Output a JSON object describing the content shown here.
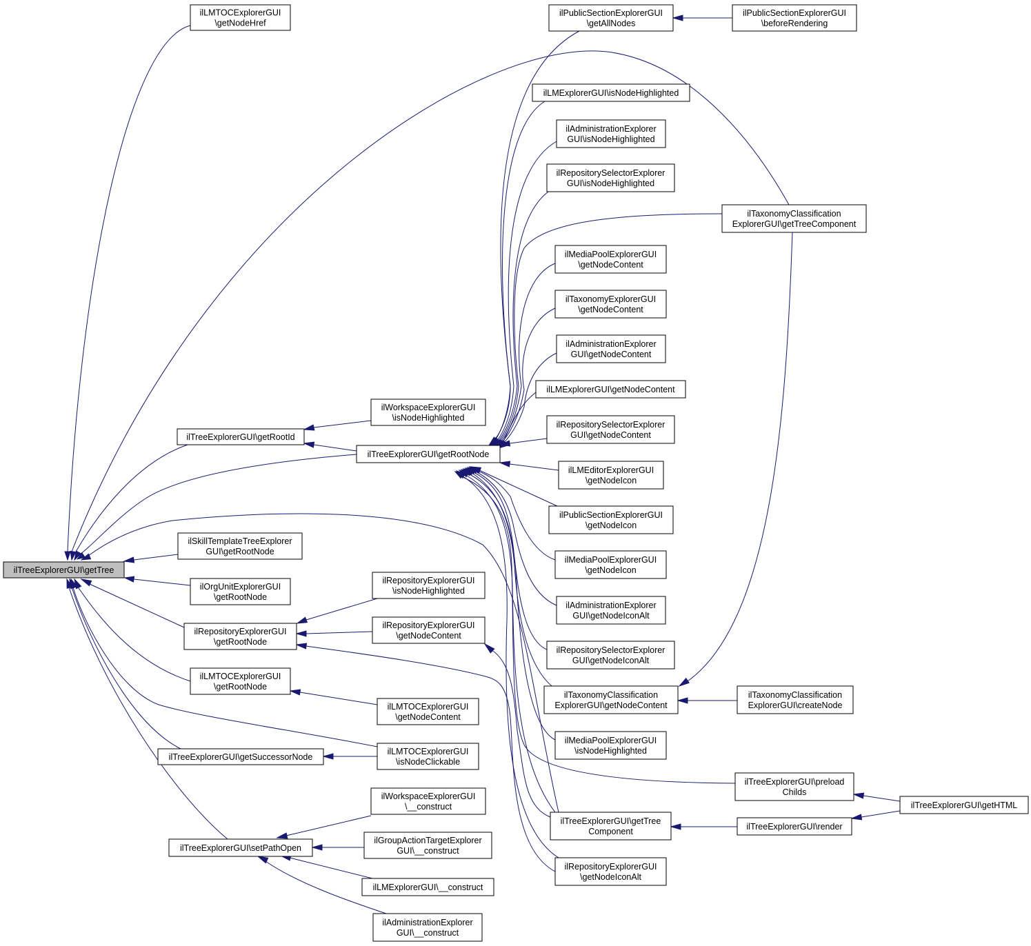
{
  "colors": {
    "edge": "#191970",
    "focus_fill": "#bfbfbf",
    "node_fill": "#ffffff",
    "node_border": "#000000"
  },
  "nodes": [
    {
      "id": "getTree",
      "lines": [
        "ilTreeExplorerGUI\\getTree"
      ],
      "focus": true
    },
    {
      "id": "lmtocGetNodeHref",
      "lines": [
        "ilLMTOCExplorerGUI",
        "\\getNodeHref"
      ]
    },
    {
      "id": "getRootId",
      "lines": [
        "ilTreeExplorerGUI\\getRootId"
      ]
    },
    {
      "id": "getRootNode",
      "lines": [
        "ilTreeExplorerGUI\\getRootNode"
      ]
    },
    {
      "id": "skillGetRootNode",
      "lines": [
        "ilSkillTemplateTreeExplorer",
        "GUI\\getRootNode"
      ]
    },
    {
      "id": "orgGetRootNode",
      "lines": [
        "ilOrgUnitExplorerGUI",
        "\\getRootNode"
      ]
    },
    {
      "id": "repoGetRootNode",
      "lines": [
        "ilRepositoryExplorerGUI",
        "\\getRootNode"
      ]
    },
    {
      "id": "lmtocGetRootNode",
      "lines": [
        "ilLMTOCExplorerGUI",
        "\\getRootNode"
      ]
    },
    {
      "id": "getSuccessorNode",
      "lines": [
        "ilTreeExplorerGUI\\getSuccessorNode"
      ]
    },
    {
      "id": "setPathOpen",
      "lines": [
        "ilTreeExplorerGUI\\setPathOpen"
      ]
    },
    {
      "id": "wsIsNodeHighlighted",
      "lines": [
        "ilWorkspaceExplorerGUI",
        "\\isNodeHighlighted"
      ]
    },
    {
      "id": "repoIsNodeHighlighted",
      "lines": [
        "ilRepositoryExplorerGUI",
        "\\isNodeHighlighted"
      ]
    },
    {
      "id": "repoGetNodeContent",
      "lines": [
        "ilRepositoryExplorerGUI",
        "\\getNodeContent"
      ]
    },
    {
      "id": "lmtocGetNodeContent",
      "lines": [
        "ilLMTOCExplorerGUI",
        "\\getNodeContent"
      ]
    },
    {
      "id": "lmtocIsNodeClickable",
      "lines": [
        "ilLMTOCExplorerGUI",
        "\\isNodeClickable"
      ]
    },
    {
      "id": "wsConstruct",
      "lines": [
        "ilWorkspaceExplorerGUI",
        "\\__construct"
      ]
    },
    {
      "id": "groupConstruct",
      "lines": [
        "ilGroupActionTargetExplorer",
        "GUI\\__construct"
      ]
    },
    {
      "id": "lmConstruct",
      "lines": [
        "ilLMExplorerGUI\\__construct"
      ]
    },
    {
      "id": "adminConstruct",
      "lines": [
        "ilAdministrationExplorer",
        "GUI\\__construct"
      ]
    },
    {
      "id": "pubGetAllNodes",
      "lines": [
        "ilPublicSectionExplorerGUI",
        "\\getAllNodes"
      ]
    },
    {
      "id": "lmIsNodeHighlighted",
      "lines": [
        "ilLMExplorerGUI\\isNodeHighlighted"
      ]
    },
    {
      "id": "adminIsNodeHighlighted",
      "lines": [
        "ilAdministrationExplorer",
        "GUI\\isNodeHighlighted"
      ]
    },
    {
      "id": "repoSelIsNodeHighlighted",
      "lines": [
        "ilRepositorySelectorExplorer",
        "GUI\\isNodeHighlighted"
      ]
    },
    {
      "id": "mpGetNodeContent",
      "lines": [
        "ilMediaPoolExplorerGUI",
        "\\getNodeContent"
      ]
    },
    {
      "id": "taxGetNodeContent",
      "lines": [
        "ilTaxonomyExplorerGUI",
        "\\getNodeContent"
      ]
    },
    {
      "id": "adminGetNodeContent",
      "lines": [
        "ilAdministrationExplorer",
        "GUI\\getNodeContent"
      ]
    },
    {
      "id": "lmGetNodeContent",
      "lines": [
        "ilLMExplorerGUI\\getNodeContent"
      ]
    },
    {
      "id": "repoSelGetNodeContent",
      "lines": [
        "ilRepositorySelectorExplorer",
        "GUI\\getNodeContent"
      ]
    },
    {
      "id": "lmEditGetNodeIcon",
      "lines": [
        "ilLMEditorExplorerGUI",
        "\\getNodeIcon"
      ]
    },
    {
      "id": "pubGetNodeIcon",
      "lines": [
        "ilPublicSectionExplorerGUI",
        "\\getNodeIcon"
      ]
    },
    {
      "id": "mpGetNodeIcon",
      "lines": [
        "ilMediaPoolExplorerGUI",
        "\\getNodeIcon"
      ]
    },
    {
      "id": "adminGetNodeIconAlt",
      "lines": [
        "ilAdministrationExplorer",
        "GUI\\getNodeIconAlt"
      ]
    },
    {
      "id": "repoSelGetNodeIconAlt",
      "lines": [
        "ilRepositorySelectorExplorer",
        "GUI\\getNodeIconAlt"
      ]
    },
    {
      "id": "taxClassGetNodeContent",
      "lines": [
        "ilTaxonomyClassification",
        "ExplorerGUI\\getNodeContent"
      ]
    },
    {
      "id": "mpIsNodeHighlighted",
      "lines": [
        "ilMediaPoolExplorerGUI",
        "\\isNodeHighlighted"
      ]
    },
    {
      "id": "getTreeComponent",
      "lines": [
        "ilTreeExplorerGUI\\getTree",
        "Component"
      ]
    },
    {
      "id": "repoGetNodeIconAlt",
      "lines": [
        "ilRepositoryExplorerGUI",
        "\\getNodeIconAlt"
      ]
    },
    {
      "id": "pubBeforeRendering",
      "lines": [
        "ilPublicSectionExplorerGUI",
        "\\beforeRendering"
      ]
    },
    {
      "id": "taxClassGetTreeComponent",
      "lines": [
        "ilTaxonomyClassification",
        "ExplorerGUI\\getTreeComponent"
      ]
    },
    {
      "id": "taxClassCreateNode",
      "lines": [
        "ilTaxonomyClassification",
        "ExplorerGUI\\createNode"
      ]
    },
    {
      "id": "preloadChilds",
      "lines": [
        "ilTreeExplorerGUI\\preload",
        "Childs"
      ]
    },
    {
      "id": "render",
      "lines": [
        "ilTreeExplorerGUI\\render"
      ]
    },
    {
      "id": "getHTML",
      "lines": [
        "ilTreeExplorerGUI\\getHTML"
      ]
    }
  ],
  "edges": [
    [
      "lmtocGetNodeHref",
      "getTree"
    ],
    [
      "taxClassGetTreeComponent",
      "getTree"
    ],
    [
      "getRootId",
      "getTree"
    ],
    [
      "getRootNode",
      "getTree"
    ],
    [
      "skillGetRootNode",
      "getTree"
    ],
    [
      "orgGetRootNode",
      "getTree"
    ],
    [
      "repoGetRootNode",
      "getTree"
    ],
    [
      "lmtocGetRootNode",
      "getTree"
    ],
    [
      "getSuccessorNode",
      "getTree"
    ],
    [
      "setPathOpen",
      "getTree"
    ],
    [
      "lmtocIsNodeClickable",
      "getTree"
    ],
    [
      "getTreeComponent",
      "getTree"
    ],
    [
      "wsIsNodeHighlighted",
      "getRootId"
    ],
    [
      "getRootNode",
      "getRootId"
    ],
    [
      "pubGetAllNodes",
      "getRootNode"
    ],
    [
      "lmIsNodeHighlighted",
      "getRootNode"
    ],
    [
      "adminIsNodeHighlighted",
      "getRootNode"
    ],
    [
      "repoSelIsNodeHighlighted",
      "getRootNode"
    ],
    [
      "taxClassGetTreeComponent",
      "getRootNode"
    ],
    [
      "mpGetNodeContent",
      "getRootNode"
    ],
    [
      "taxGetNodeContent",
      "getRootNode"
    ],
    [
      "adminGetNodeContent",
      "getRootNode"
    ],
    [
      "lmGetNodeContent",
      "getRootNode"
    ],
    [
      "repoSelGetNodeContent",
      "getRootNode"
    ],
    [
      "lmEditGetNodeIcon",
      "getRootNode"
    ],
    [
      "pubGetNodeIcon",
      "getRootNode"
    ],
    [
      "mpGetNodeIcon",
      "getRootNode"
    ],
    [
      "adminGetNodeIconAlt",
      "getRootNode"
    ],
    [
      "repoSelGetNodeIconAlt",
      "getRootNode"
    ],
    [
      "taxClassGetNodeContent",
      "getRootNode"
    ],
    [
      "mpIsNodeHighlighted",
      "getRootNode"
    ],
    [
      "getTreeComponent",
      "getRootNode"
    ],
    [
      "repoGetNodeIconAlt",
      "getRootNode"
    ],
    [
      "repoIsNodeHighlighted",
      "repoGetRootNode"
    ],
    [
      "repoGetNodeContent",
      "repoGetRootNode"
    ],
    [
      "repoGetNodeIconAlt",
      "repoGetRootNode"
    ],
    [
      "lmtocGetNodeContent",
      "lmtocGetRootNode"
    ],
    [
      "lmtocIsNodeClickable",
      "getSuccessorNode"
    ],
    [
      "wsConstruct",
      "setPathOpen"
    ],
    [
      "groupConstruct",
      "setPathOpen"
    ],
    [
      "lmConstruct",
      "setPathOpen"
    ],
    [
      "adminConstruct",
      "setPathOpen"
    ],
    [
      "getTreeComponent",
      "repoGetNodeContent"
    ],
    [
      "pubBeforeRendering",
      "pubGetAllNodes"
    ],
    [
      "taxClassCreateNode",
      "taxClassGetNodeContent"
    ],
    [
      "taxClassGetTreeComponent",
      "taxClassGetNodeContent"
    ],
    [
      "getHTML",
      "preloadChilds"
    ],
    [
      "getHTML",
      "render"
    ],
    [
      "render",
      "getTreeComponent"
    ]
  ]
}
